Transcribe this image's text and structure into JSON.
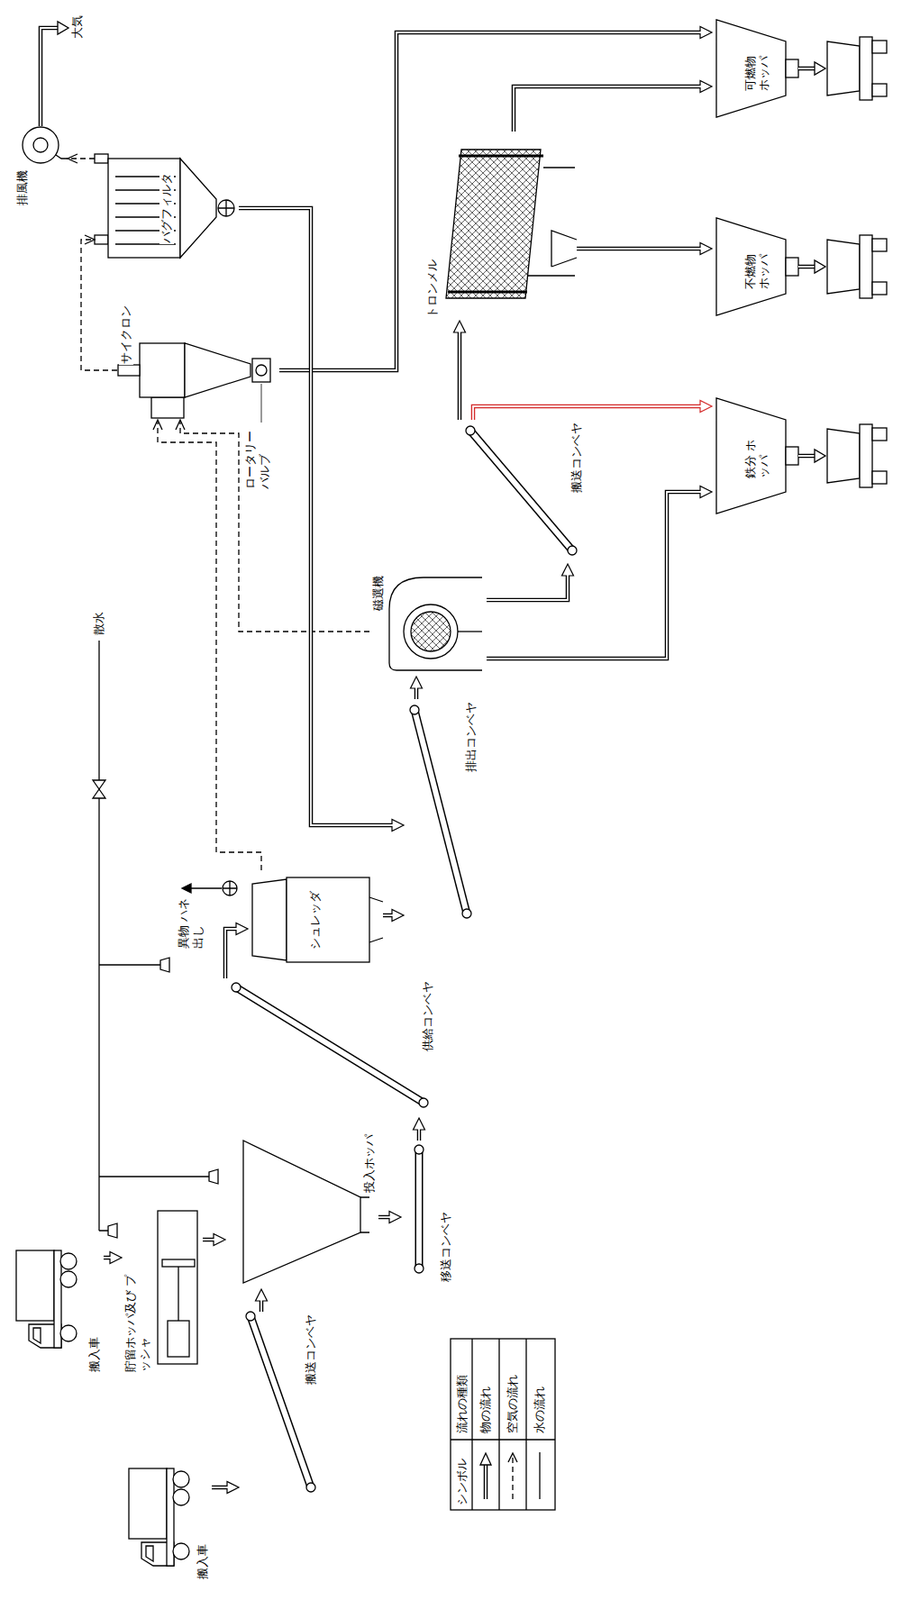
{
  "diagram": {
    "nodes": [
      {
        "text": [
          "搬入車"
        ]
      },
      {
        "text": [
          "貯留ホッパ及び プッシャ"
        ]
      },
      {
        "text": [
          "搬入車"
        ]
      },
      {
        "text": [
          "搬送コンベヤ"
        ]
      },
      {
        "text": [
          "投入ホッパ"
        ]
      },
      {
        "text": [
          "移送コンベヤ"
        ]
      },
      {
        "text": [
          "供給コンベヤ"
        ]
      },
      {
        "text": [
          "シュレッダ"
        ]
      },
      {
        "text": [
          "排出コンベヤ"
        ]
      },
      {
        "text": [
          "磁選機"
        ]
      },
      {
        "text": [
          "搬送コンベヤ"
        ]
      },
      {
        "text": [
          "トロンメル"
        ]
      },
      {
        "text": [
          "サイクロン"
        ]
      },
      {
        "text": [
          "バグフィルタ"
        ]
      },
      {
        "text": [
          "排風機"
        ]
      },
      {
        "text": [
          "可燃物 ホッパ"
        ]
      },
      {
        "text": [
          "不燃物 ホッパ"
        ]
      },
      {
        "text": [
          "鉄分 ホッパ"
        ]
      }
    ],
    "edges": [
      {
        "from": 0,
        "to": 1,
        "arrow": "to"
      },
      {
        "from": 2,
        "to": 3,
        "arrow": "to"
      },
      {
        "from": 3,
        "to": 4,
        "arrow": "to"
      },
      {
        "from": 1,
        "to": 4,
        "arrow": "to"
      },
      {
        "from": 4,
        "to": 5,
        "arrow": "to"
      },
      {
        "from": 5,
        "to": 6,
        "arrow": "to"
      },
      {
        "from": 6,
        "to": 7,
        "arrow": "to"
      },
      {
        "from": 7,
        "to": 8,
        "arrow": "to"
      },
      {
        "from": 8,
        "to": 9,
        "arrow": "to"
      },
      {
        "from": 9,
        "to": 10,
        "arrow": "to"
      },
      {
        "from": 9,
        "to": 17,
        "arrow": "to"
      },
      {
        "from": 10,
        "to": 17,
        "arrow": "to"
      },
      {
        "from": 10,
        "to": 11,
        "arrow": "to"
      },
      {
        "from": 11,
        "to": 15,
        "arrow": "to"
      },
      {
        "from": 11,
        "to": 16,
        "arrow": "to"
      },
      {
        "from": 7,
        "to": 12,
        "arrow": "to"
      },
      {
        "from": 9,
        "to": 12,
        "arrow": "to"
      },
      {
        "from": 12,
        "to": 13,
        "arrow": "to"
      },
      {
        "from": 13,
        "to": 14,
        "arrow": "to"
      },
      {
        "from": 12,
        "to": 15,
        "arrow": "to"
      },
      {
        "from": 13,
        "to": 8,
        "arrow": "to"
      }
    ],
    "labels": [
      "大気",
      "散水",
      "異物 ハネ出し",
      "ロータリー バルブ",
      "シンボル",
      "流れの種類"
    ],
    "legend": [
      {
        "text": "物の流れ"
      },
      {
        "text": "空気の流れ"
      },
      {
        "text": "水の流れ"
      }
    ]
  }
}
